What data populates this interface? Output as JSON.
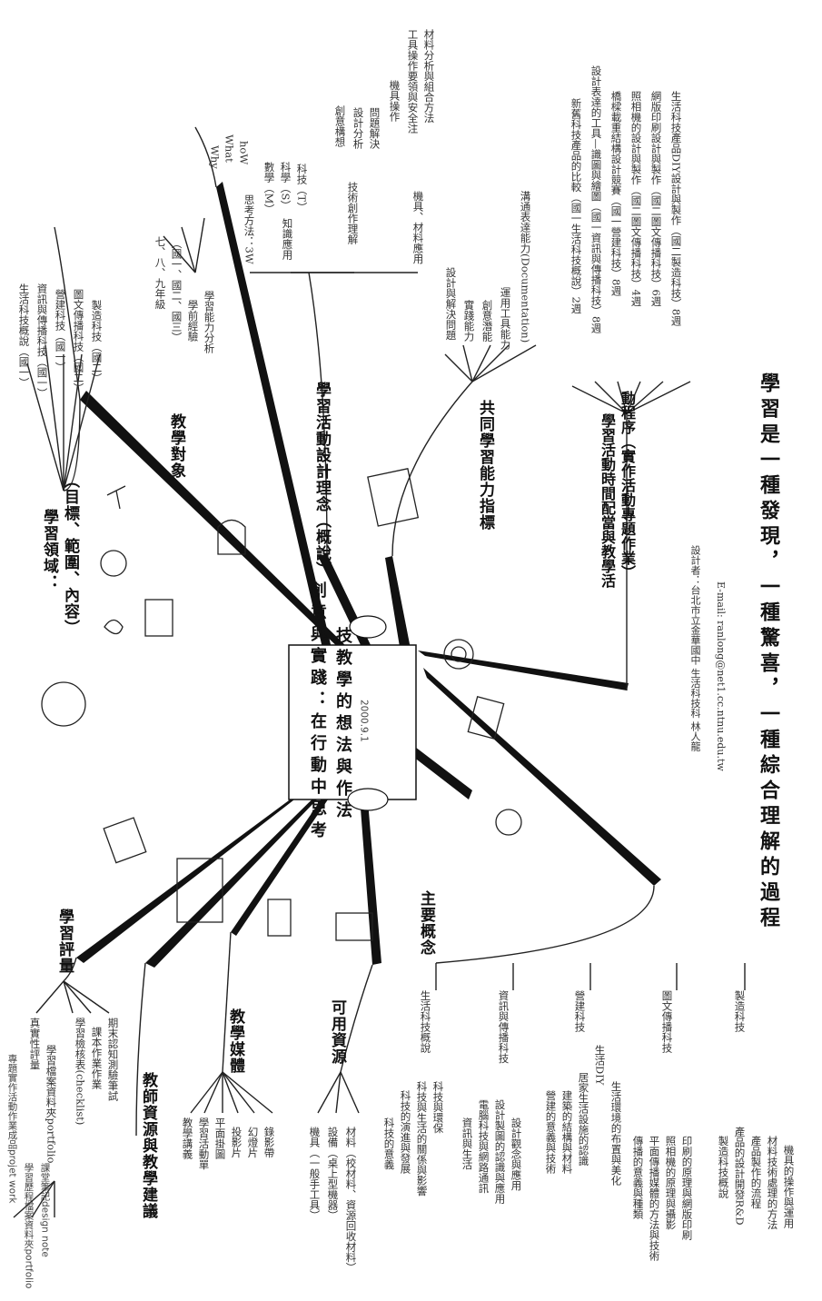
{
  "center": {
    "line1": "創意與實踐：在行動中思考",
    "line2": "技教學的想法與作法",
    "date": "2000.9.1"
  },
  "branches": {
    "learning_domain": {
      "label1": "學習領域：",
      "label2": "（目標、範圍、內容）",
      "items": [
        "生活科技概說（國一）",
        "資訊與傳播科技（國一）",
        "營建科技（國一）",
        "圖文傳播科技（國二）",
        "製造科技（國二）"
      ]
    },
    "teaching_target": {
      "label": "教學對象",
      "items": [
        "七、八、九年級",
        "（國一、國二、國三）",
        "學前經驗",
        "學習能力分析"
      ]
    },
    "design_concept": {
      "label": "學習活動設計理念（概說）",
      "groups": [
        {
          "label": "思考方法：3W",
          "children": [
            "Why",
            "What",
            "hoW"
          ]
        },
        {
          "label": "知識應用",
          "children": [
            "數學（M）",
            "科學（S）",
            "科技（T）"
          ]
        },
        {
          "label": "技術創作理解",
          "children": [
            "創意構想",
            "設計分析",
            "問題解決"
          ]
        },
        {
          "label": "機具、材料應用",
          "children": [
            "機具操作",
            "工具操作要領與安全注",
            "材料分析與組合方法"
          ]
        }
      ]
    },
    "common_ability": {
      "label": "共同學習能力指標",
      "items": [
        "設計與解決問題",
        "實踐能力",
        "創意潛能",
        "運用工具能力",
        "溝通表達能力(Documentation)"
      ]
    },
    "schedule": {
      "label1": "學習活動時間配當與教學活",
      "label2": "動程序（實作活動專題作業）",
      "items": [
        "新舊科技產品的比較（國一生活科技概說）2週",
        "設計表達的工具—識圖與繪圖（國一資訊與傳播科技）8週",
        "橋樑載重結構設計競賽（國一營建科技）8週",
        "照相機的設計與製作（國二圖文傳播科技）4週",
        "網版印刷設計與製作（國二圖文傳播科技）6週",
        "生活科技產品DIY設計與製作（國二製造科技）8週"
      ]
    },
    "main_concepts": {
      "label": "主要概念",
      "groups": [
        {
          "label": "生活科技概說",
          "children": [
            "科技的意義",
            "科技的演進與發展",
            "科技與生活的關係與影響",
            "科技與環保"
          ]
        },
        {
          "label": "資訊與傳播科技",
          "children": [
            "資訊與生活",
            "電腦科技與網路通訊",
            "設計製圖的認識與應用",
            "設計觀念與應用"
          ]
        },
        {
          "label": "營建科技",
          "children": [
            "營建的意義與技術",
            "建築的結構與材料",
            "居家生活設施的認識",
            "生活DIY",
            "生活環境的布置與美化"
          ]
        },
        {
          "label": "圖文傳播科技",
          "children": [
            "傳播的意義與種類",
            "平面傳播媒體的方法與技術",
            "照相機的原理與攝影",
            "印刷的原理與網版印刷"
          ]
        },
        {
          "label": "製造科技",
          "children": [
            "製造科技概說",
            "產品的設計開發R&D",
            "產品製作的流程",
            "材料技術處理的方法",
            "機具的操作與運用"
          ]
        }
      ]
    },
    "resources": {
      "label": "可用資源",
      "items": [
        "機具（一般手工具）",
        "設備（桌上型機器）",
        "材料（校材料、資源回收材料）"
      ]
    },
    "media": {
      "label": "教學媒體",
      "items": [
        "教學講義",
        "學習活動單",
        "平面掛圖",
        "投影片",
        "幻燈片",
        "錄影帶"
      ]
    },
    "assessment": {
      "label": "學習評量",
      "items": [
        "真實性評量",
        "學習檔案資料夾portfolio",
        "學習檢核表(checklist)",
        "課本作業作業",
        "期末認知測驗筆試",
        "專題實作活動作業成品projet work",
        "學習歷程檔案資料夾portfolio",
        "課堂筆記design note"
      ]
    },
    "teacher_resource": {
      "label": "教師資源與教學建議"
    }
  },
  "footer": {
    "designer": "設計者：台北市立金華國中  生活科技科  林人龍",
    "email": "E-mail: ranlong@net1.cc.ntnu.edu.tw",
    "motto": "學習是一種發現，一種驚喜，一種綜合理解的過程"
  }
}
